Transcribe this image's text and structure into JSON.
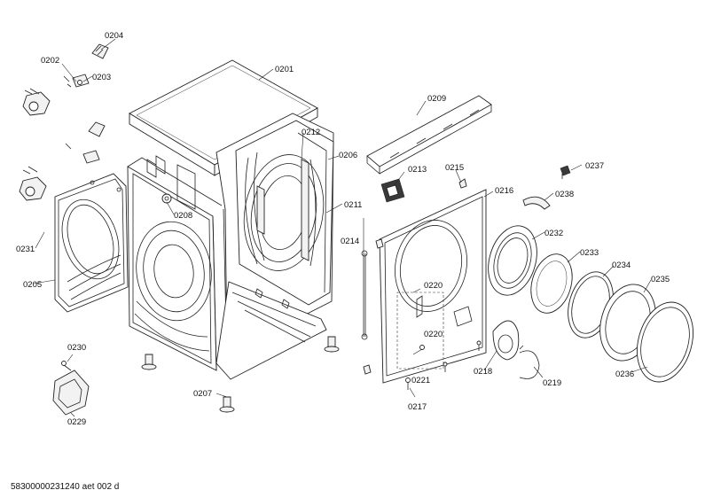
{
  "parts": {
    "p0201": "0201",
    "p0202": "0202",
    "p0203": "0203",
    "p0204": "0204",
    "p0205": "0205",
    "p0206": "0206",
    "p0207": "0207",
    "p0208": "0208",
    "p0209": "0209",
    "p0211": "0211",
    "p0212": "0212",
    "p0213": "0213",
    "p0214": "0214",
    "p0215": "0215",
    "p0216": "0216",
    "p0217": "0217",
    "p0218": "0218",
    "p0219": "0219",
    "p0220a": "0220",
    "p0220b": "0220",
    "p0221": "0221",
    "p0229": "0229",
    "p0230": "0230",
    "p0231": "0231",
    "p0232": "0232",
    "p0233": "0233",
    "p0234": "0234",
    "p0235": "0235",
    "p0236": "0236",
    "p0237": "0237",
    "p0238": "0238"
  },
  "footer": {
    "drawing_code": "58300000231240 aet 002 d"
  }
}
